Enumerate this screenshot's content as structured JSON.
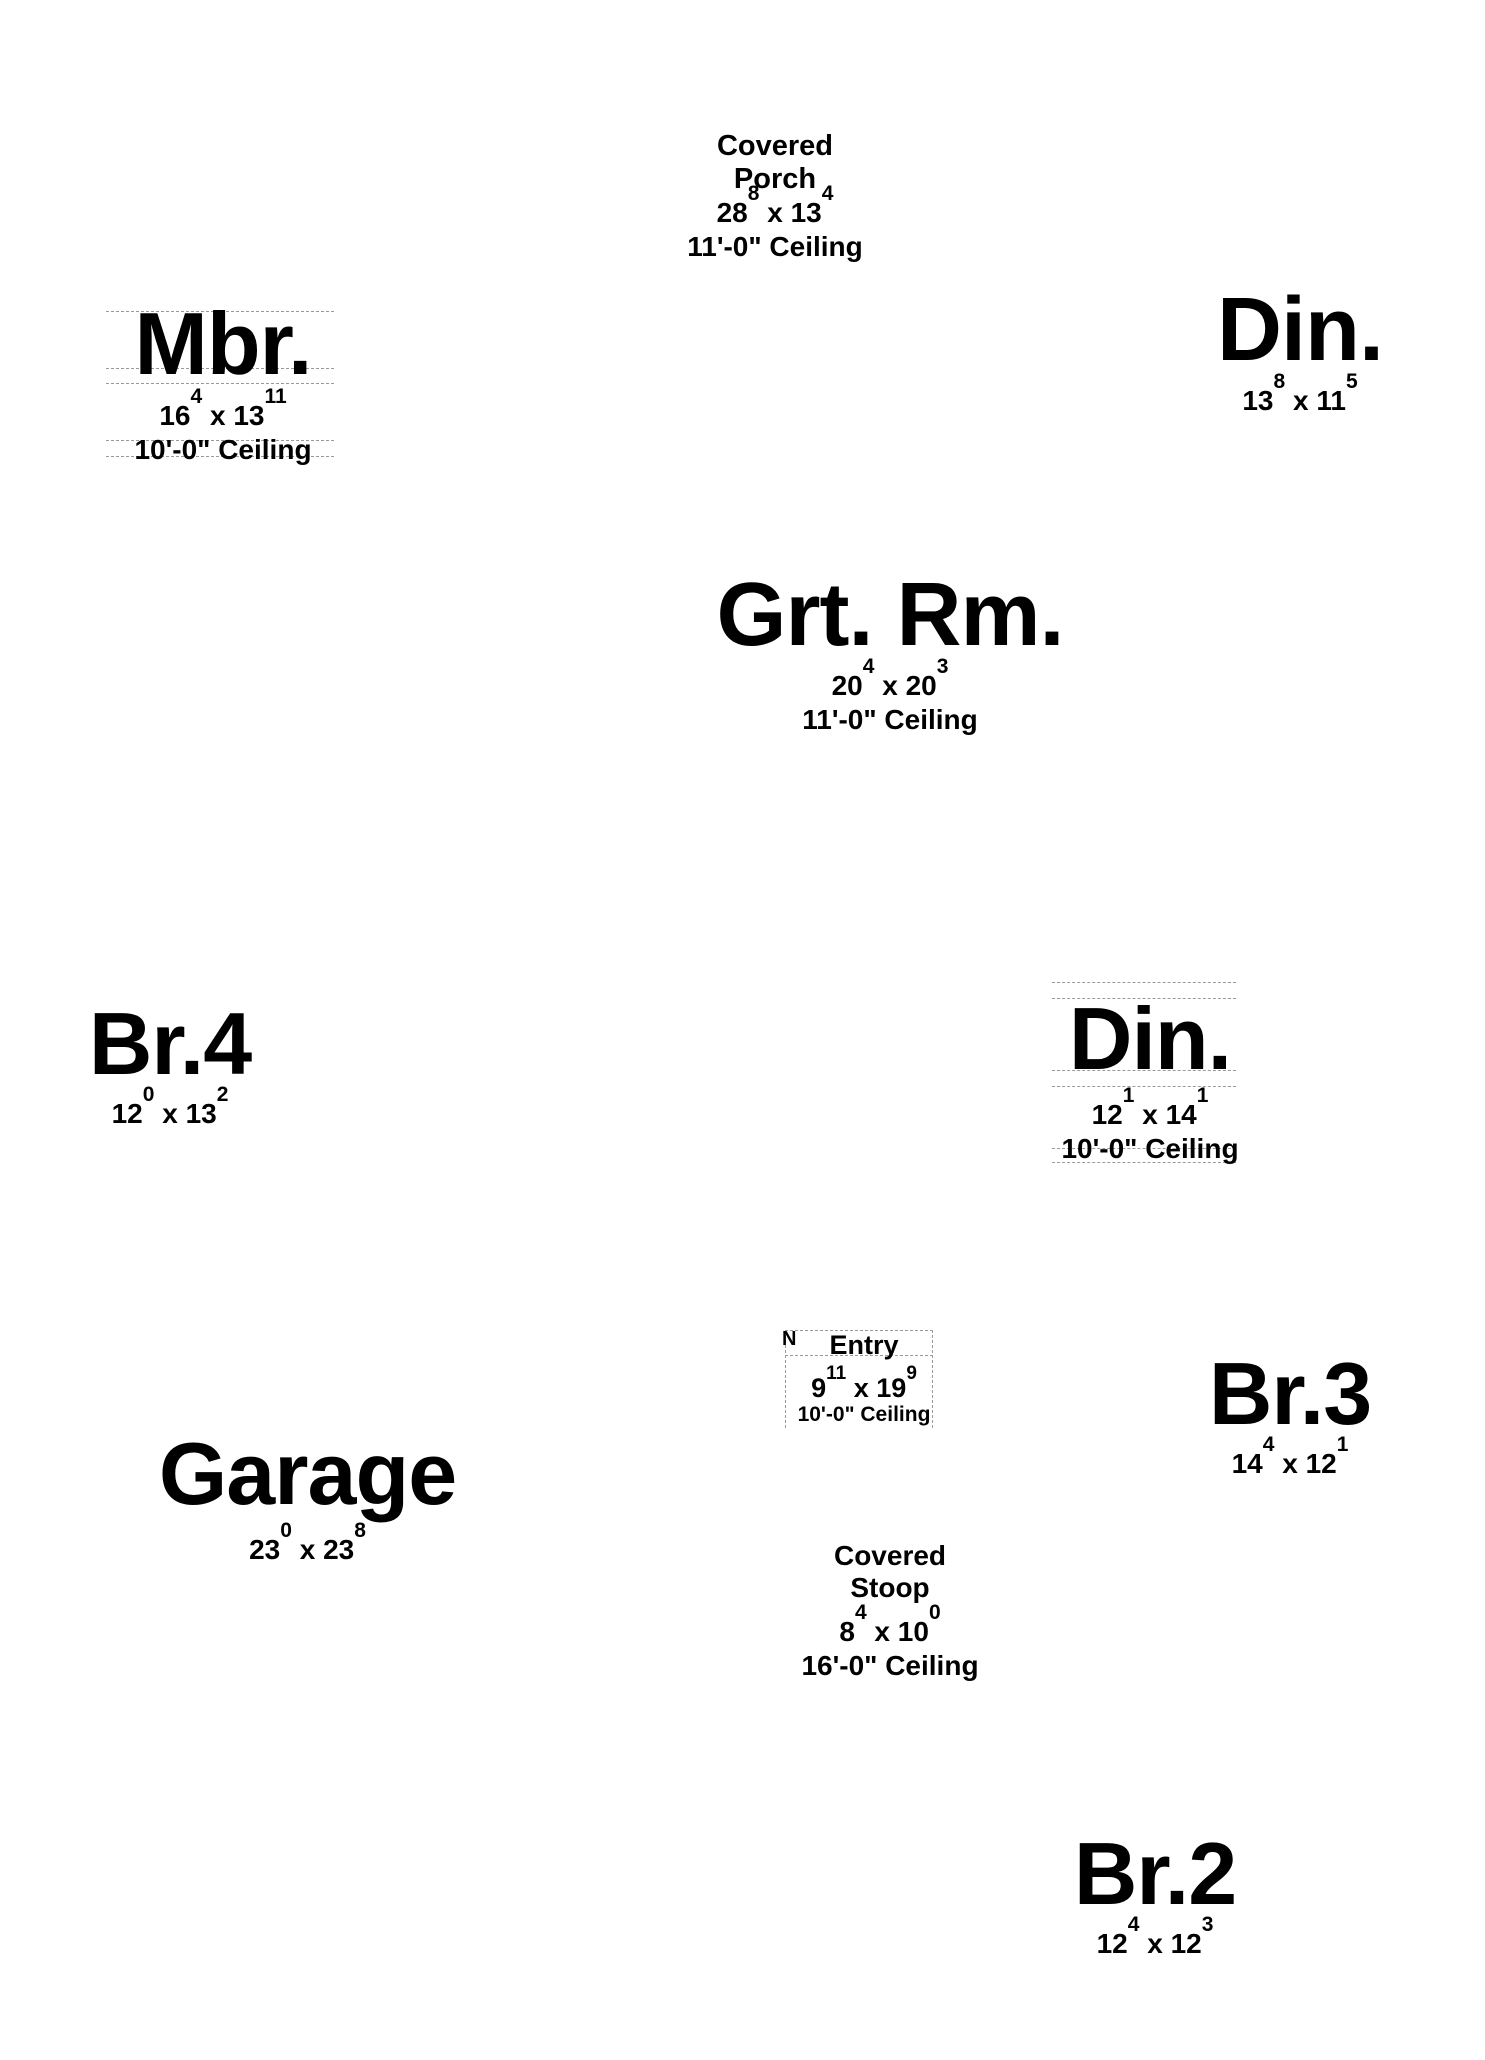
{
  "rooms": {
    "porch": {
      "name_line1": "Covered",
      "name_line2": "Porch",
      "dim_a": "28",
      "dim_a_sup": "8",
      "dim_sep": "x",
      "dim_b": "13",
      "dim_b_sup": "4",
      "ceiling": "11'-0\" Ceiling"
    },
    "mbr": {
      "name": "Mbr.",
      "dim_a": "16",
      "dim_a_sup": "4",
      "dim_sep": "x",
      "dim_b": "13",
      "dim_b_sup": "11",
      "ceiling": "10'-0\" Ceiling"
    },
    "din1": {
      "name": "Din.",
      "dim_a": "13",
      "dim_a_sup": "8",
      "dim_sep": "x",
      "dim_b": "11",
      "dim_b_sup": "5"
    },
    "grt": {
      "name": "Grt. Rm.",
      "dim_a": "20",
      "dim_a_sup": "4",
      "dim_sep": "x",
      "dim_b": "20",
      "dim_b_sup": "3",
      "ceiling": "11'-0\" Ceiling"
    },
    "br4": {
      "name": "Br.4",
      "dim_a": "12",
      "dim_a_sup": "0",
      "dim_sep": "x",
      "dim_b": "13",
      "dim_b_sup": "2"
    },
    "din2": {
      "name": "Din.",
      "dim_a": "12",
      "dim_a_sup": "1",
      "dim_sep": "x",
      "dim_b": "14",
      "dim_b_sup": "1",
      "ceiling": "10'-0\" Ceiling"
    },
    "entry": {
      "name": "Entry",
      "dim_a": "9",
      "dim_a_sup": "11",
      "dim_sep": "x",
      "dim_b": "19",
      "dim_b_sup": "9",
      "ceiling": "10'-0\" Ceiling",
      "stray_mark": "N"
    },
    "br3": {
      "name": "Br.3",
      "dim_a": "14",
      "dim_a_sup": "4",
      "dim_sep": "x",
      "dim_b": "12",
      "dim_b_sup": "1"
    },
    "garage": {
      "name": "Garage",
      "dim_a": "23",
      "dim_a_sup": "0",
      "dim_sep": "x",
      "dim_b": "23",
      "dim_b_sup": "8"
    },
    "stoop": {
      "name_line1": "Covered",
      "name_line2": "Stoop",
      "dim_a": "8",
      "dim_a_sup": "4",
      "dim_sep": "x",
      "dim_b": "10",
      "dim_b_sup": "0",
      "ceiling": "16'-0\" Ceiling"
    },
    "br2": {
      "name": "Br.2",
      "dim_a": "12",
      "dim_a_sup": "4",
      "dim_sep": "x",
      "dim_b": "12",
      "dim_b_sup": "3"
    }
  }
}
